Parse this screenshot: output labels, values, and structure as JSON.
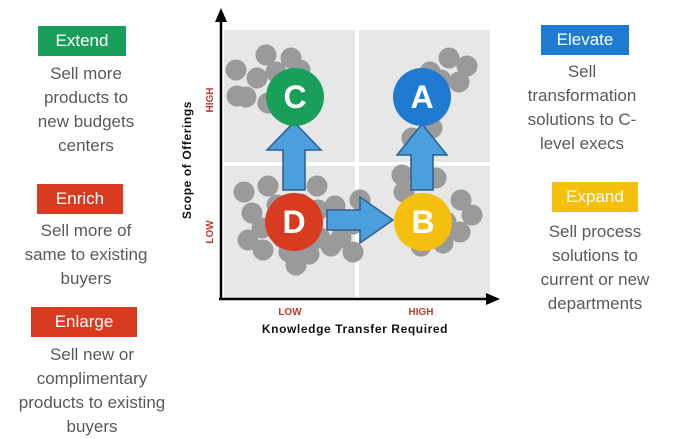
{
  "colors": {
    "extend": "#1a9e5c",
    "enrich": "#d83b1f",
    "enlarge": "#d83b1f",
    "elevate": "#1e7bd1",
    "expand": "#f5bf0e",
    "arrow": "#4a9fdc",
    "bubble": "#9a9a9a",
    "axis_level": "#c0392b",
    "grid_line": "#ffffff",
    "quad_bg": "#e7e7e7"
  },
  "strategies": {
    "extend": {
      "label": "Extend",
      "lines": [
        "Sell more",
        "products to",
        "new budgets",
        "centers"
      ]
    },
    "enrich": {
      "label": "Enrich",
      "lines": [
        "Sell more of",
        "same to existing",
        "buyers"
      ]
    },
    "enlarge": {
      "label": "Enlarge",
      "lines": [
        "Sell new or",
        "complimentary",
        "products to existing",
        "buyers"
      ]
    },
    "elevate": {
      "label": "Elevate",
      "lines": [
        "Sell",
        "transformation",
        "solutions to C-",
        "level execs"
      ]
    },
    "expand": {
      "label": "Expand",
      "lines": [
        "Sell process",
        "solutions to",
        "current or new",
        "departments"
      ]
    }
  },
  "matrix": {
    "y_axis_label": "Scope of Offerings",
    "x_axis_label": "Knowledge Transfer Required",
    "y_high": "HIGH",
    "y_low": "LOW",
    "x_low": "LOW",
    "x_high": "HIGH",
    "nodes": [
      {
        "letter": "C",
        "color": "#1a9e5c"
      },
      {
        "letter": "A",
        "color": "#1e7bd1"
      },
      {
        "letter": "D",
        "color": "#d83b1f"
      },
      {
        "letter": "B",
        "color": "#f5bf0e"
      }
    ]
  }
}
